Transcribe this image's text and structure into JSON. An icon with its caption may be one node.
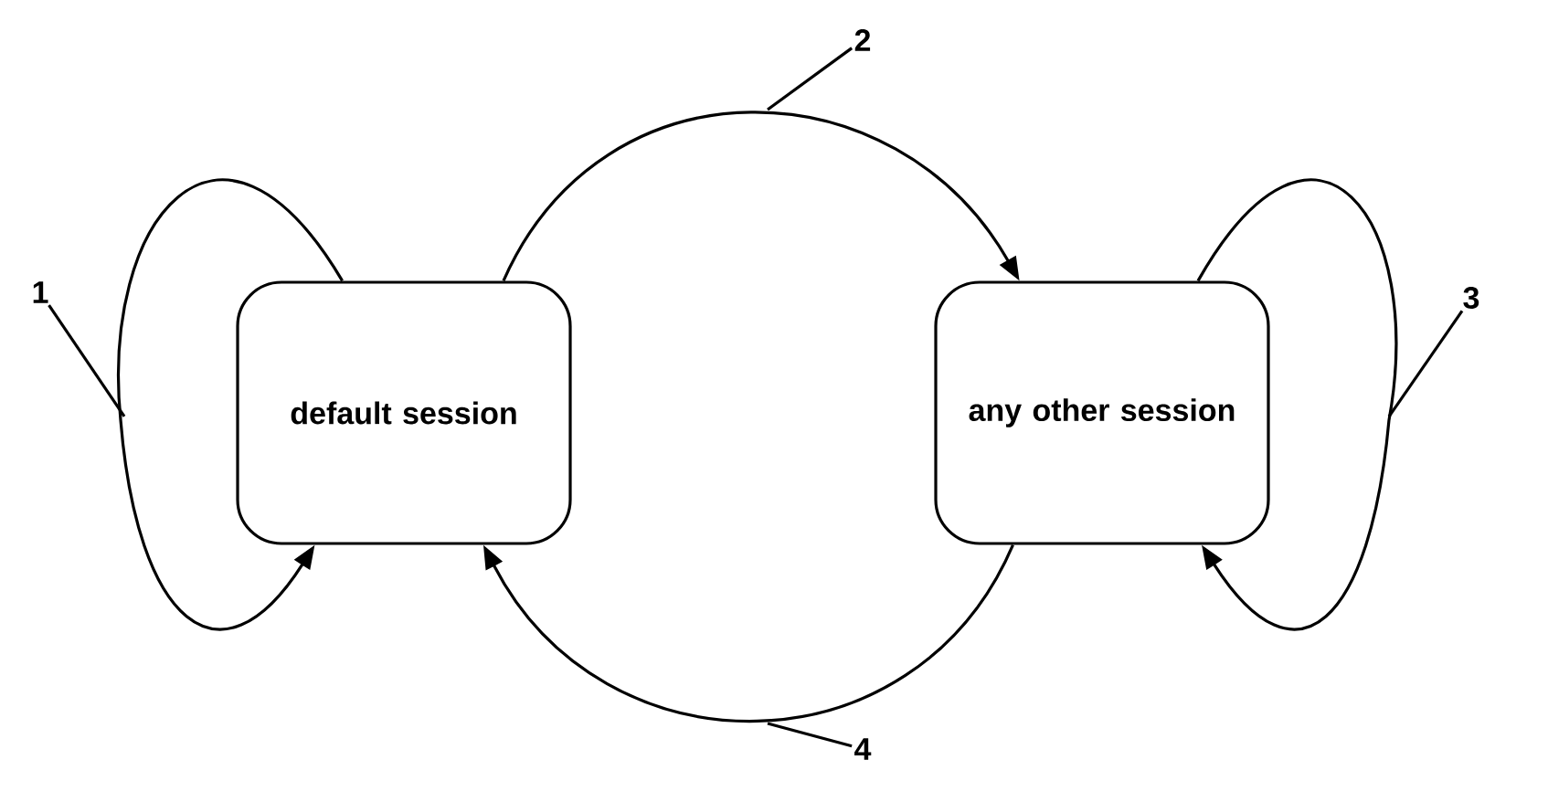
{
  "diagram": {
    "nodes": [
      {
        "text": [
          "default session"
        ]
      },
      {
        "text": [
          "any other session"
        ]
      },
      {
        "text": [
          "1"
        ]
      },
      {
        "text": [
          "2"
        ]
      },
      {
        "text": [
          "3"
        ]
      },
      {
        "text": [
          "4"
        ]
      }
    ],
    "edges": [
      {
        "from": 0,
        "to": 0,
        "arrow": "to"
      },
      {
        "from": 0,
        "to": 1,
        "arrow": "to"
      },
      {
        "from": 1,
        "to": 1,
        "arrow": "to"
      },
      {
        "from": 1,
        "to": 0,
        "arrow": "to"
      },
      {
        "from": 2,
        "to": null,
        "arrow": "none"
      },
      {
        "from": 3,
        "to": null,
        "arrow": "none"
      },
      {
        "from": 4,
        "to": null,
        "arrow": "none"
      },
      {
        "from": 5,
        "to": null,
        "arrow": "none"
      }
    ]
  }
}
